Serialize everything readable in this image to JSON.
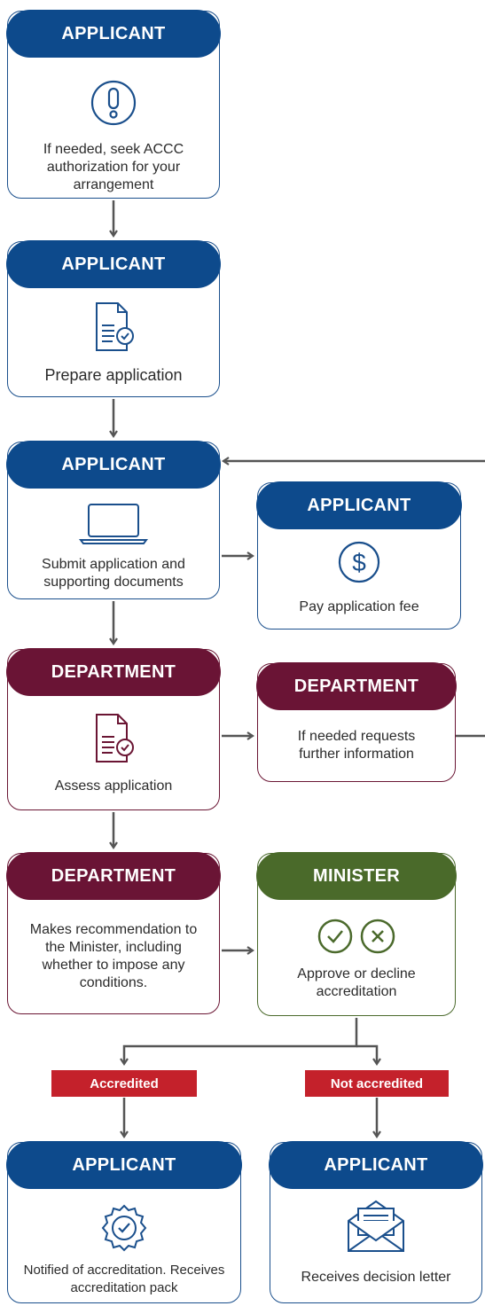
{
  "cards": {
    "c1": {
      "header": "APPLICANT",
      "text": "If needed, seek ACCC authorization for your arrangement"
    },
    "c2": {
      "header": "APPLICANT",
      "text": "Prepare application"
    },
    "c3": {
      "header": "APPLICANT",
      "text": "Submit application and supporting documents"
    },
    "c4": {
      "header": "APPLICANT",
      "text": "Pay application fee"
    },
    "c5": {
      "header": "DEPARTMENT",
      "text": "Assess application"
    },
    "c6": {
      "header": "DEPARTMENT",
      "text": "If needed requests further information"
    },
    "c7": {
      "header": "DEPARTMENT",
      "text": "Makes recommendation to the Minister, including whether to impose any conditions."
    },
    "c8": {
      "header": "MINISTER",
      "text": "Approve or decline accreditation"
    },
    "c9": {
      "header": "APPLICANT",
      "text": "Notified of accreditation. Receives accreditation pack"
    },
    "c10": {
      "header": "APPLICANT",
      "text": "Receives decision letter"
    }
  },
  "badges": {
    "accredited": "Accredited",
    "not_accredited": "Not accredited"
  },
  "icons": {
    "c1": "exclamation-circle-icon",
    "c2": "document-check-icon",
    "c3": "laptop-icon",
    "c4": "dollar-circle-icon",
    "c5": "document-check-icon",
    "c8": "check-and-cross-icons",
    "c9": "certificate-badge-icon",
    "c10": "envelope-letter-icon"
  },
  "colors": {
    "applicant": "#0d4a8c",
    "department": "#6a1435",
    "minister": "#4a6a2a",
    "badge": "#c4212b",
    "arrow": "#555555"
  }
}
